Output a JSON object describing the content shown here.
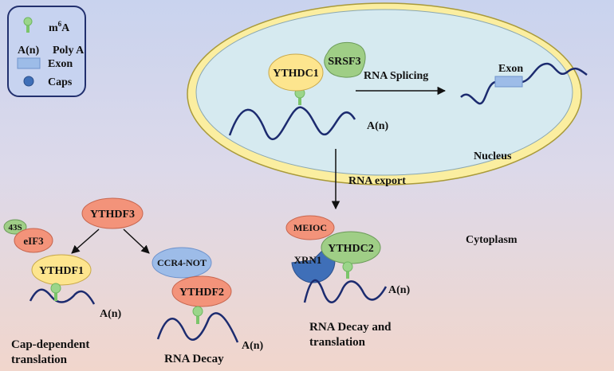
{
  "legend": {
    "m6a_prefix": "m",
    "m6a_sup": "6",
    "m6a_suffix": "A",
    "polya_symbol": "A(n)",
    "polya_label": "Poly A",
    "exon_label": "Exon",
    "caps_label": "Caps"
  },
  "nucleus": {
    "label": "Nucleus",
    "ythdc1": "YTHDC1",
    "srsf3": "SRSF3",
    "splicing_label": "RNA Splicing",
    "exon_label": "Exon",
    "polya": "A(n)"
  },
  "export_label": "RNA export",
  "cytoplasm_label": "Cytoplasm",
  "translation_branch": {
    "s43": "43S",
    "eif3": "eIF3",
    "ythdf1": "YTHDF1",
    "polya": "A(n)",
    "caption_line1": "Cap-dependent",
    "caption_line2": "translation"
  },
  "ythdf3": "YTHDF3",
  "decay_branch": {
    "ccr4": "CCR4-NOT",
    "ythdf2": "YTHDF2",
    "polya": "A(n)",
    "caption": "RNA Decay"
  },
  "ythdc2_branch": {
    "meioc": "MEIOC",
    "xrn1": "XRN1",
    "ythdc2": "YTHDC2",
    "polya": "A(n)",
    "caption_line1": "RNA Decay and",
    "caption_line2": "translation"
  },
  "colors": {
    "yellow": "#fde58e",
    "green": "#9fce86",
    "salmon": "#f3937a",
    "blue": "#9dbce8",
    "dark_blue": "#3f6fb8",
    "wave": "#1c2b6f",
    "stem": "#9bd58a"
  }
}
